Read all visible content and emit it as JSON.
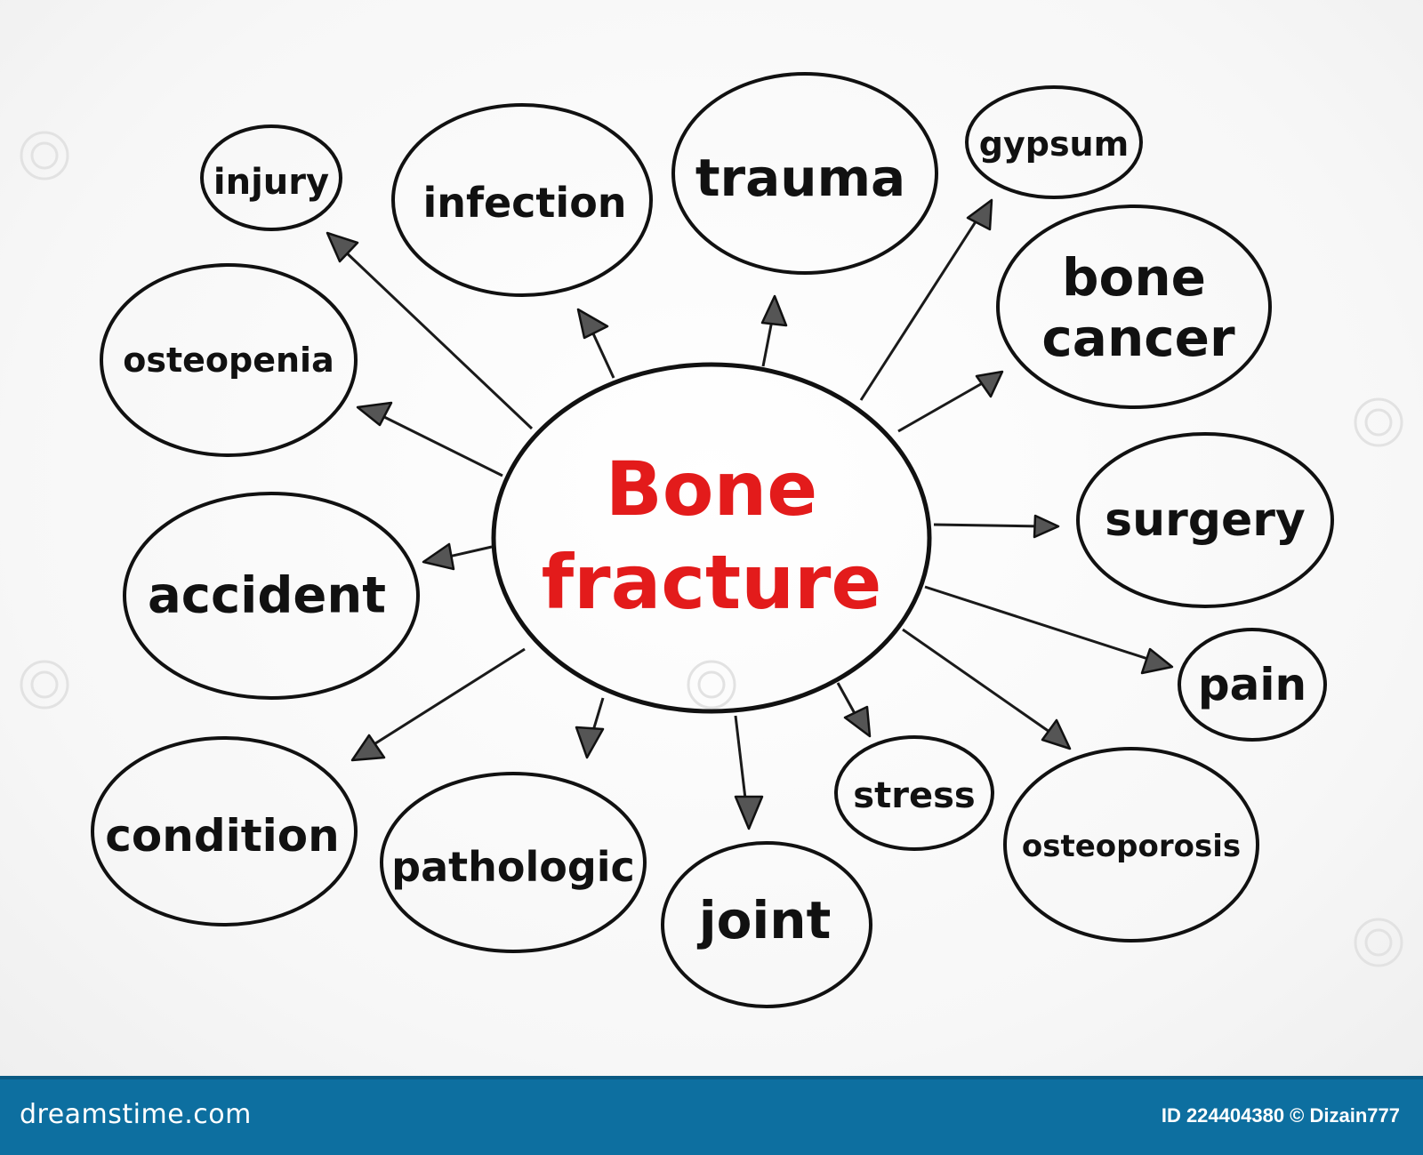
{
  "diagram": {
    "center": {
      "line1": "Bone",
      "line2": "fracture",
      "color": "#e31b1b"
    },
    "nodes": {
      "injury": "injury",
      "infection": "infection",
      "trauma": "trauma",
      "gypsum": "gypsum",
      "bone_cancer_line1": "bone",
      "bone_cancer_line2": "cancer",
      "osteopenia": "osteopenia",
      "surgery": "surgery",
      "accident": "accident",
      "pain": "pain",
      "condition": "condition",
      "pathologic": "pathologic",
      "joint": "joint",
      "stress": "stress",
      "osteoporosis": "osteoporosis"
    }
  },
  "footer": {
    "logo": "dreamstime.com",
    "credit": "ID 224404380 © Dizain777",
    "background": "#0d6fa0"
  }
}
